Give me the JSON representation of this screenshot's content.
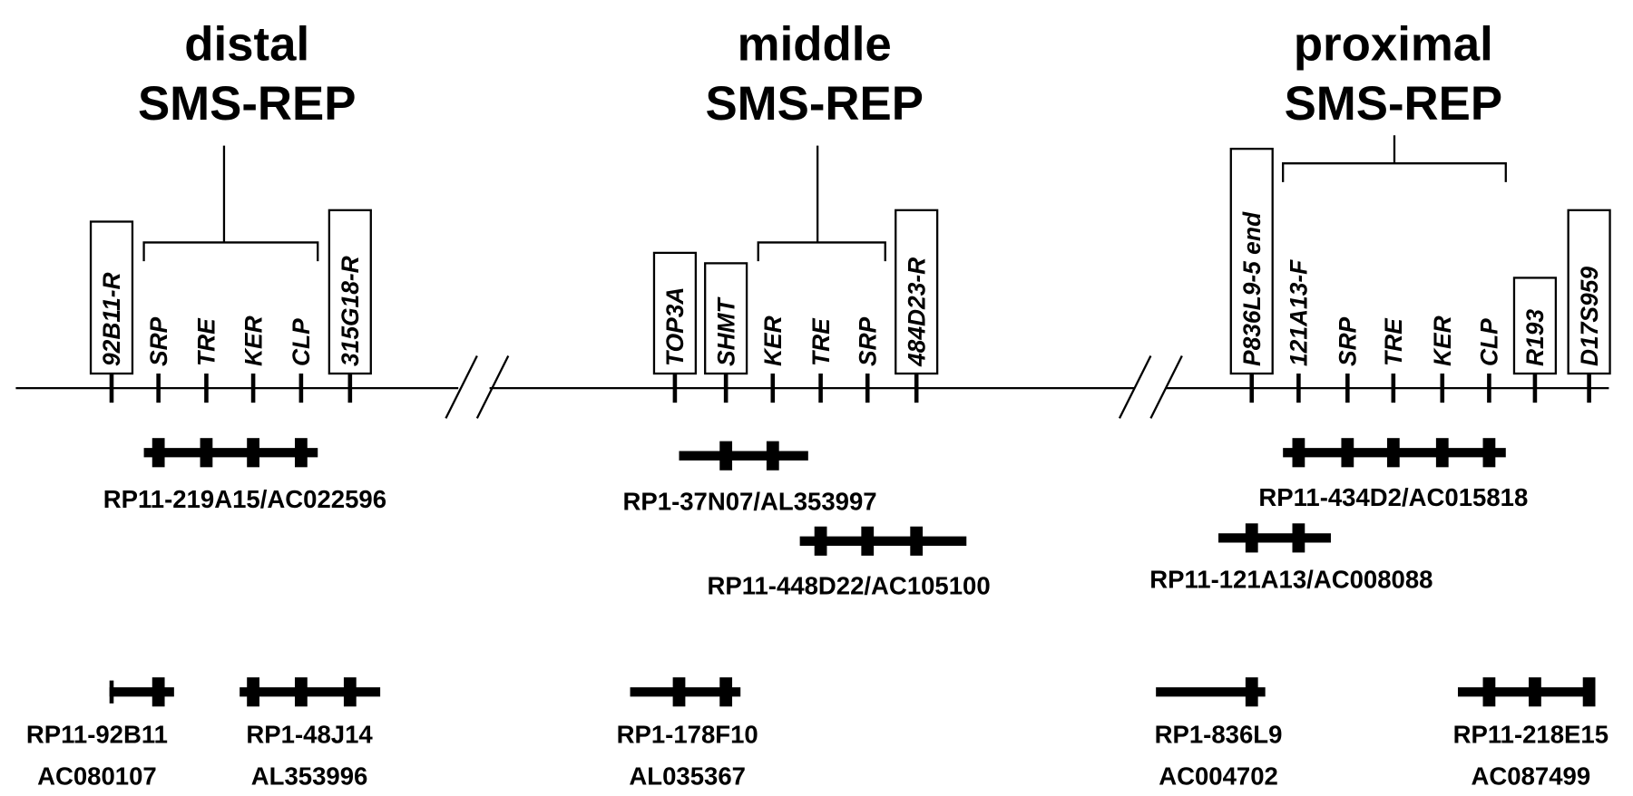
{
  "regions": [
    {
      "title_line1": "distal",
      "title_line2": "SMS-REP",
      "markers": [
        {
          "label": "92B11-R",
          "boxed": true
        },
        {
          "label": "SRP",
          "boxed": false
        },
        {
          "label": "TRE",
          "boxed": false
        },
        {
          "label": "KER",
          "boxed": false
        },
        {
          "label": "CLP",
          "boxed": false
        },
        {
          "label": "315G18-R",
          "boxed": true
        }
      ]
    },
    {
      "title_line1": "middle",
      "title_line2": "SMS-REP",
      "markers": [
        {
          "label": "TOP3A",
          "boxed": true
        },
        {
          "label": "SHMT",
          "boxed": true
        },
        {
          "label": "KER",
          "boxed": false
        },
        {
          "label": "TRE",
          "boxed": false
        },
        {
          "label": "SRP",
          "boxed": false
        },
        {
          "label": "484D23-R",
          "boxed": true
        }
      ]
    },
    {
      "title_line1": "proximal",
      "title_line2": "SMS-REP",
      "markers": [
        {
          "label": "P836L9-5  end",
          "boxed": true
        },
        {
          "label": "121A13-F",
          "boxed": false
        },
        {
          "label": "SRP",
          "boxed": false
        },
        {
          "label": "TRE",
          "boxed": false
        },
        {
          "label": "KER",
          "boxed": false
        },
        {
          "label": "CLP",
          "boxed": false
        },
        {
          "label": "R193",
          "boxed": true
        },
        {
          "label": "D17S959",
          "boxed": true
        }
      ]
    }
  ],
  "clones": [
    {
      "label": "RP11-219A15/AC022596"
    },
    {
      "label": "RP1-37N07/AL353997"
    },
    {
      "label": "RP11-448D22/AC105100"
    },
    {
      "label": "RP11-434D2/AC015818"
    },
    {
      "label": "RP11-121A13/AC008088"
    },
    {
      "label": "RP11-92B11",
      "accession": "AC080107"
    },
    {
      "label": "RP1-48J14",
      "accession": "AL353996"
    },
    {
      "label": "RP1-178F10",
      "accession": "AL035367"
    },
    {
      "label": "RP1-836L9",
      "accession": "AC004702"
    },
    {
      "label": "RP11-218E15",
      "accession": "AC087499"
    }
  ]
}
